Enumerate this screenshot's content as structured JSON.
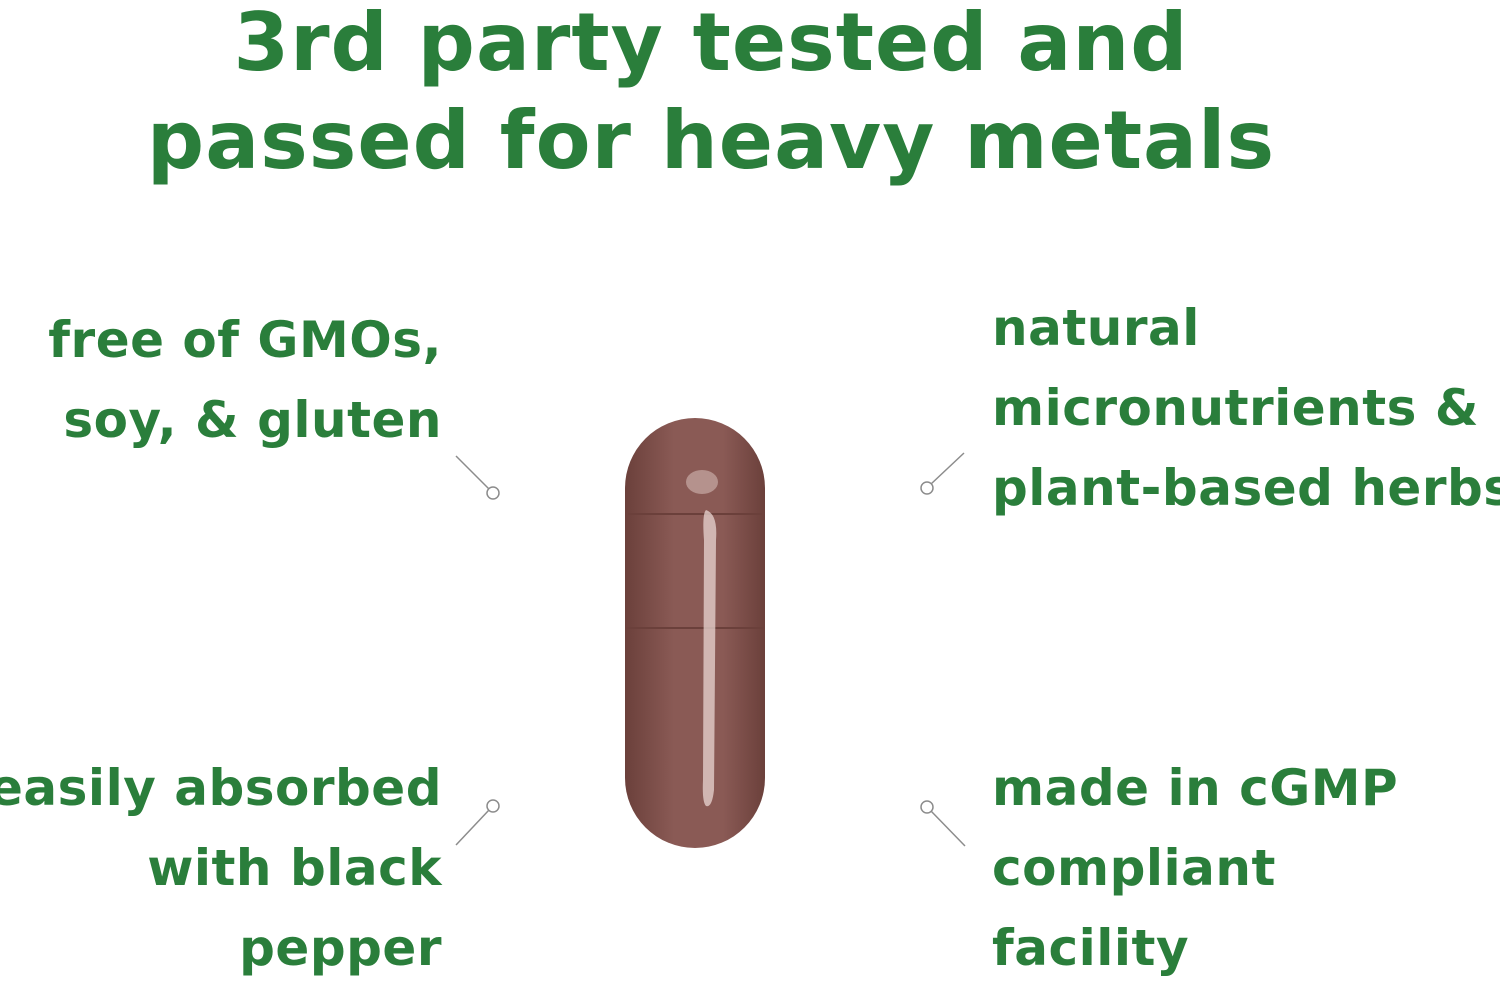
{
  "colors": {
    "text": "#2a7e3b",
    "capsule_body": "#8a5a55",
    "capsule_shade": "#6b403b",
    "capsule_highlight": "#e8d6d2",
    "connector": "#8c8c8c"
  },
  "headline": {
    "line1": "3rd party tested and",
    "line2": "passed for heavy metals"
  },
  "features": {
    "gmo": {
      "line1": "free of GMOs,",
      "line2": "soy, & gluten"
    },
    "micro": {
      "line1": "natural",
      "line2": "micronutrients &",
      "line3": "plant-based herbs"
    },
    "pepper": {
      "line1": "easily absorbed",
      "line2": "with black",
      "line3": "pepper"
    },
    "cgmp": {
      "line1": "made in cGMP",
      "line2": "compliant",
      "line3": "facility"
    }
  },
  "image": {
    "icon": "capsule-icon"
  }
}
